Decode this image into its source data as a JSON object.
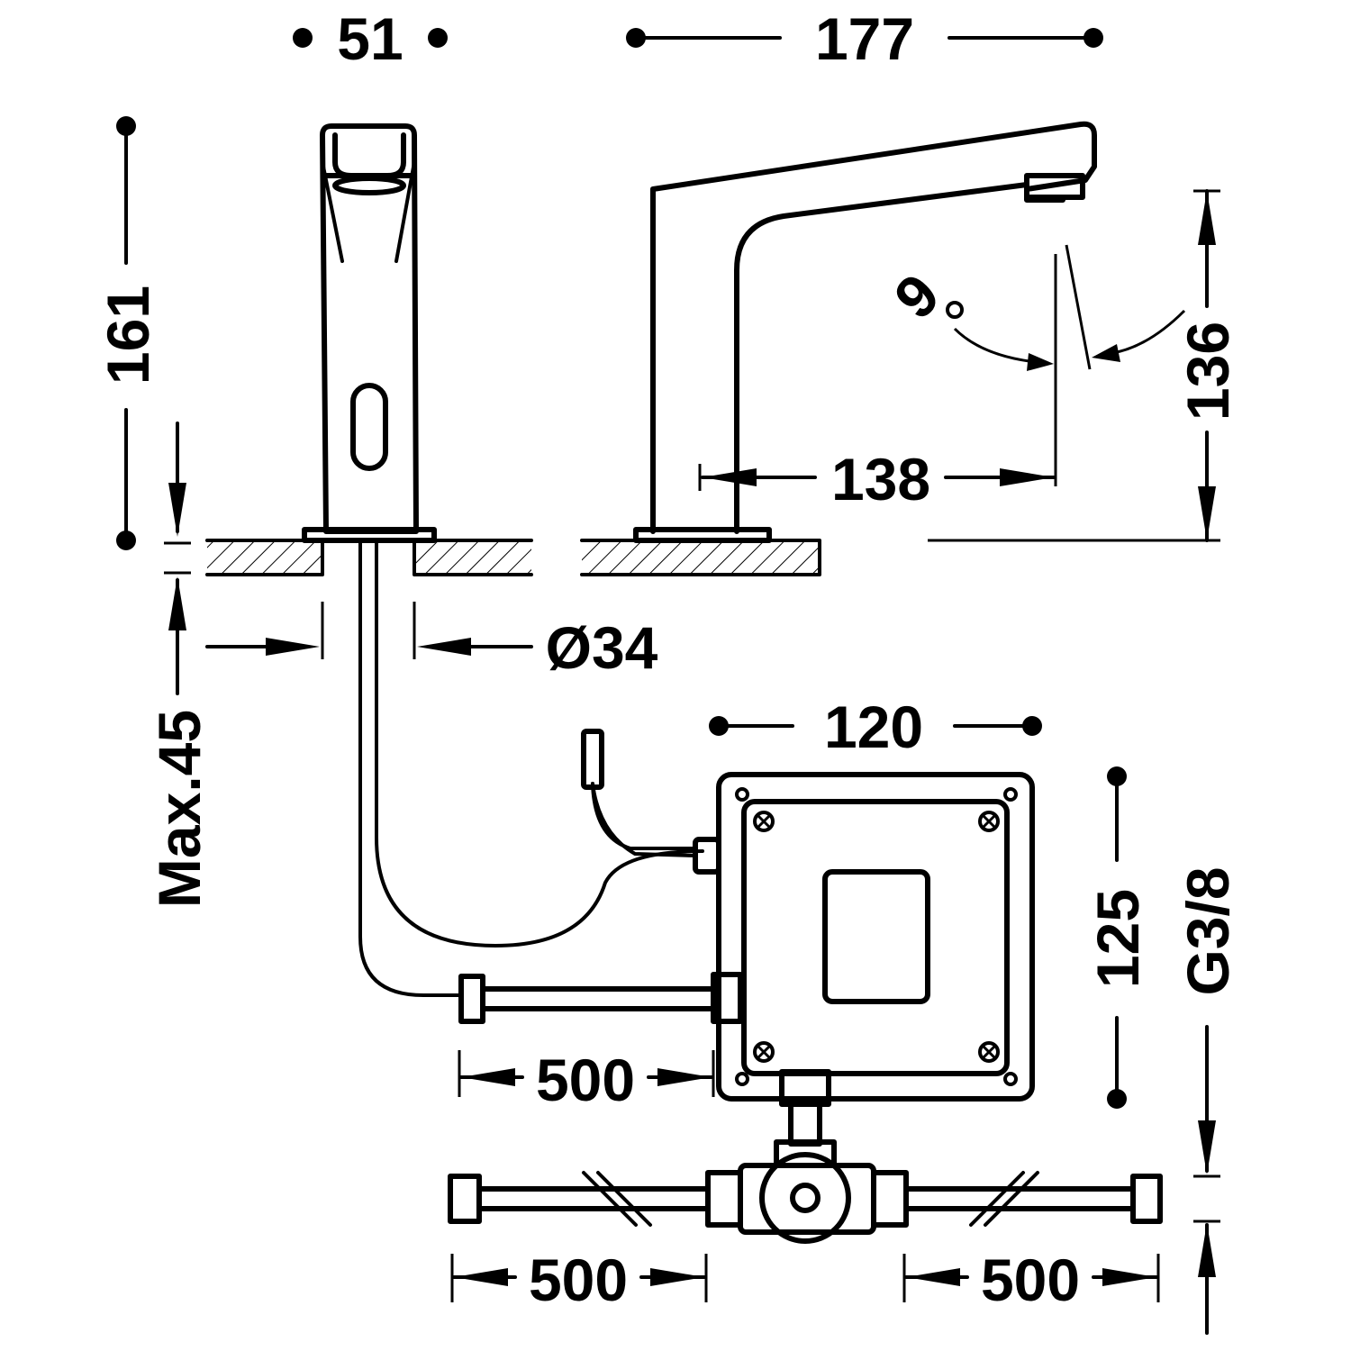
{
  "labels": {
    "width_front": "51",
    "overall_depth": "177",
    "overall_height": "161",
    "angle": "9",
    "spout_height": "136",
    "projection": "138",
    "hole_diameter": "Ø34",
    "max_deck": "Max.45",
    "box_width": "120",
    "box_height": "125",
    "connection": "G3/8",
    "cable_length": "500",
    "hose_left": "500",
    "hose_right": "500"
  }
}
